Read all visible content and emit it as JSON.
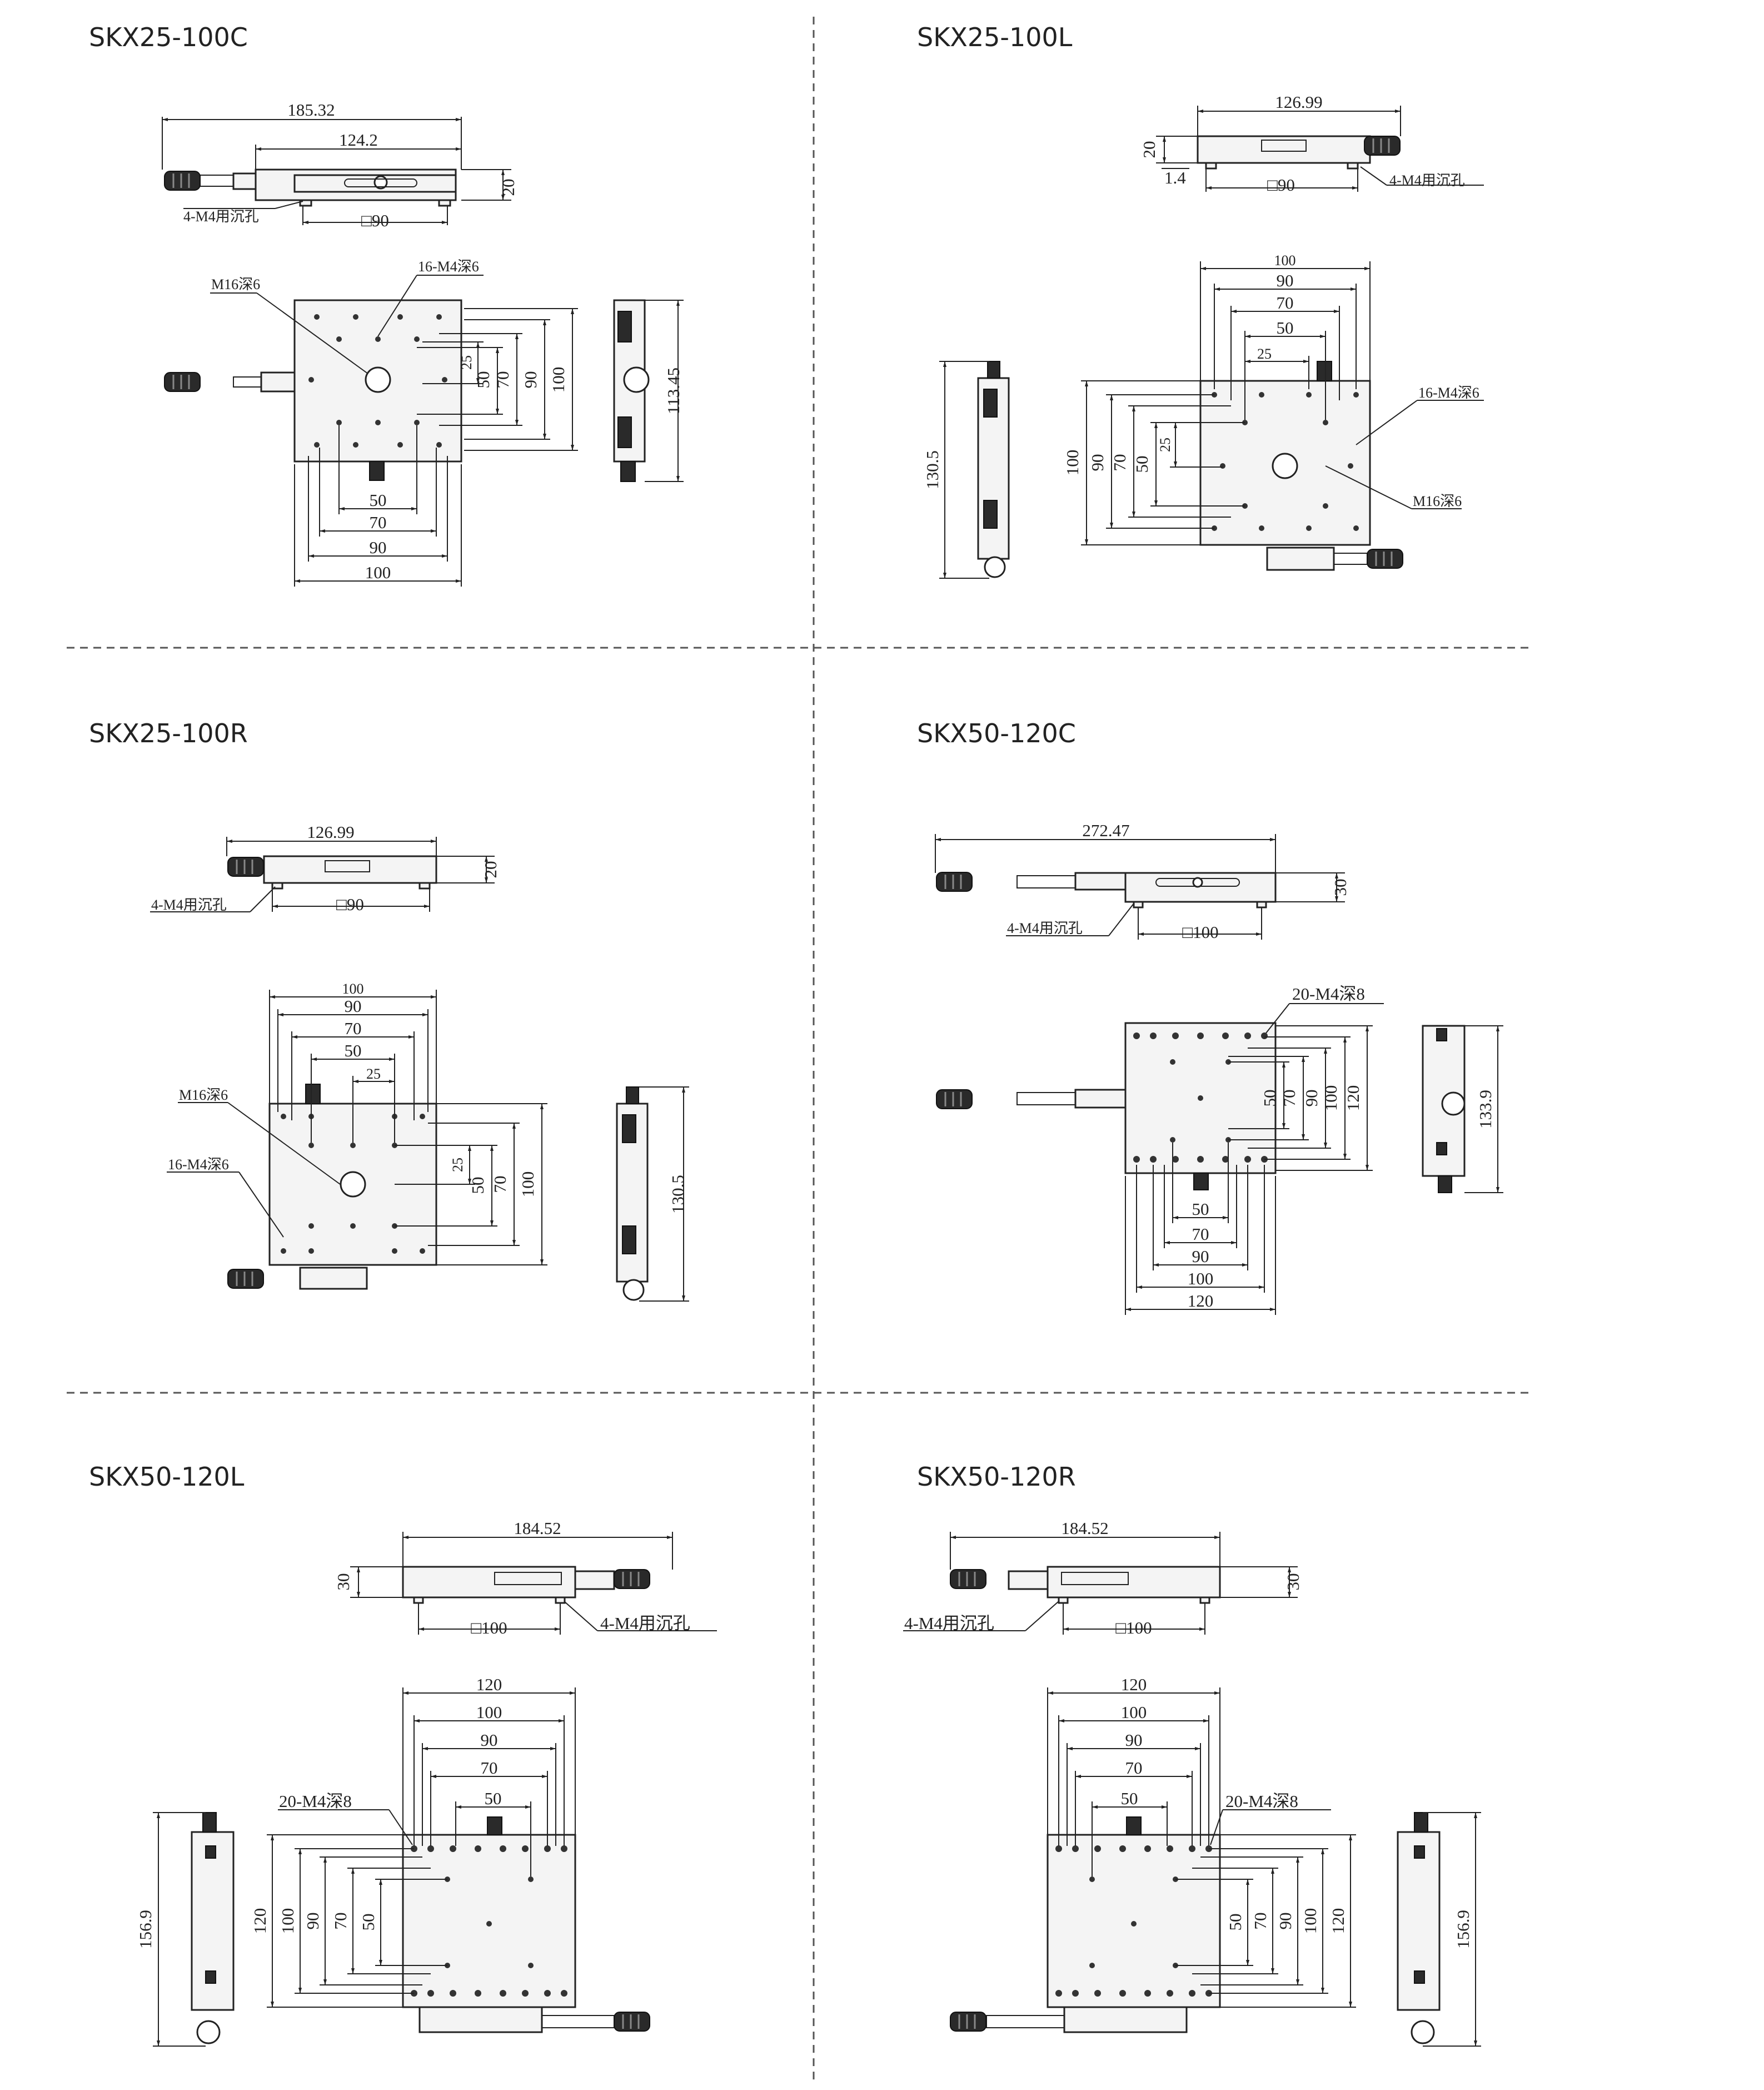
{
  "sections": [
    {
      "title": "SKX25-100C",
      "labels": {
        "l1": "185.32",
        "l2": "124.2",
        "l3": "20",
        "l4": "4-M4用沉孔",
        "l5": "□90",
        "l6": "16-M4深6",
        "l7": "M16深6",
        "l8": "25",
        "l9": "50",
        "l10": "70",
        "l11": "90",
        "l12": "100",
        "l13": "50",
        "l14": "70",
        "l15": "90",
        "l16": "100",
        "l17": "113.45"
      }
    },
    {
      "title": "SKX25-100L",
      "labels": {
        "l1": "126.99",
        "l2": "20",
        "l3": "1.4",
        "l4": "□90",
        "l5": "4-M4用沉孔",
        "l6": "100",
        "l7": "90",
        "l8": "70",
        "l9": "50",
        "l10": "25",
        "l11": "16-M4深6",
        "l12": "M16深6",
        "l13": "130.5",
        "l14": "100",
        "l15": "90",
        "l16": "70",
        "l17": "50",
        "l18": "25"
      }
    },
    {
      "title": "SKX25-100R",
      "labels": {
        "l1": "126.99",
        "l2": "20",
        "l3": "4-M4用沉孔",
        "l4": "□90",
        "l5": "100",
        "l6": "90",
        "l7": "70",
        "l8": "50",
        "l9": "25",
        "l10": "M16深6",
        "l11": "16-M4深6",
        "l12": "25",
        "l13": "50",
        "l14": "70",
        "l15": "100",
        "l16": "130.5"
      }
    },
    {
      "title": "SKX50-120C",
      "labels": {
        "l1": "272.47",
        "l2": "30",
        "l3": "4-M4用沉孔",
        "l4": "□100",
        "l5": "20-M4深8",
        "l6": "50",
        "l7": "70",
        "l8": "90",
        "l9": "100",
        "l10": "120",
        "l11": "133.9",
        "l12": "50",
        "l13": "70",
        "l14": "90",
        "l15": "100",
        "l16": "120"
      }
    },
    {
      "title": "SKX50-120L",
      "labels": {
        "l1": "184.52",
        "l2": "30",
        "l3": "□100",
        "l4": "4-M4用沉孔",
        "l5": "120",
        "l6": "100",
        "l7": "90",
        "l8": "70",
        "l9": "50",
        "l10": "20-M4深8",
        "l11": "156.9",
        "l12": "120",
        "l13": "100",
        "l14": "90",
        "l15": "70",
        "l16": "50"
      }
    },
    {
      "title": "SKX50-120R",
      "labels": {
        "l1": "184.52",
        "l2": "30",
        "l3": "4-M4用沉孔",
        "l4": "□100",
        "l5": "120",
        "l6": "100",
        "l7": "90",
        "l8": "70",
        "l9": "50",
        "l10": "20-M4深8",
        "l11": "50",
        "l12": "70",
        "l13": "90",
        "l14": "100",
        "l15": "120",
        "l16": "156.9"
      }
    }
  ]
}
